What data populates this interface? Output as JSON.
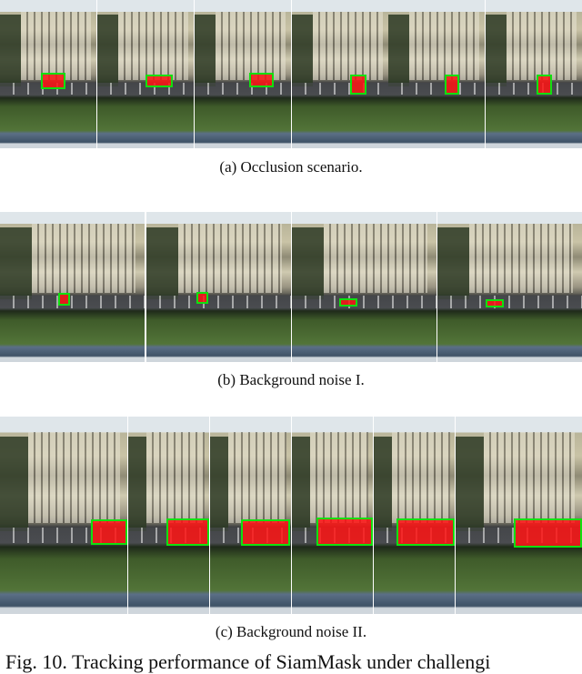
{
  "captions": {
    "a": "(a) Occlusion scenario.",
    "b": "(b) Background noise I.",
    "c": "(c) Background noise II."
  },
  "figure_caption": "Fig. 10. Tracking performance of SiamMask under challengi",
  "colors": {
    "mask": "#ff1414",
    "bbox": "#10e010"
  }
}
